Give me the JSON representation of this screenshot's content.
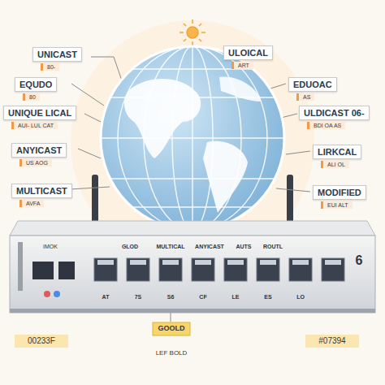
{
  "diagram": {
    "nodes": [
      {
        "text": [
          "UNICAST",
          "80-"
        ]
      },
      {
        "text": [
          "ULOICAL",
          "ART"
        ]
      },
      {
        "text": [
          "EQUDO",
          "80"
        ]
      },
      {
        "text": [
          "EDUOAC",
          "AS"
        ]
      },
      {
        "text": [
          "UNIQUE LICAL",
          "AUI- LUL CAT"
        ]
      },
      {
        "text": [
          "ULDICAST 06-",
          "BDI OA AS"
        ]
      },
      {
        "text": [
          "ANYICAST",
          "US AOG"
        ]
      },
      {
        "text": [
          "LIRKCAL",
          "ALI OL"
        ]
      },
      {
        "text": [
          "MULTICAST",
          "AVFA"
        ]
      },
      {
        "text": [
          "MODIFIED",
          "EUI ALT"
        ]
      }
    ],
    "labels": [
      "IMOK",
      "GLOD",
      "MULTICAL",
      "ANYICAST",
      "AUTS",
      "ROUTL",
      "6",
      "AT",
      "7S",
      "S6",
      "CF",
      "LE",
      "ES",
      "LO",
      "00233F",
      "GOOLD",
      "LEF BOLD",
      "#07394"
    ]
  }
}
